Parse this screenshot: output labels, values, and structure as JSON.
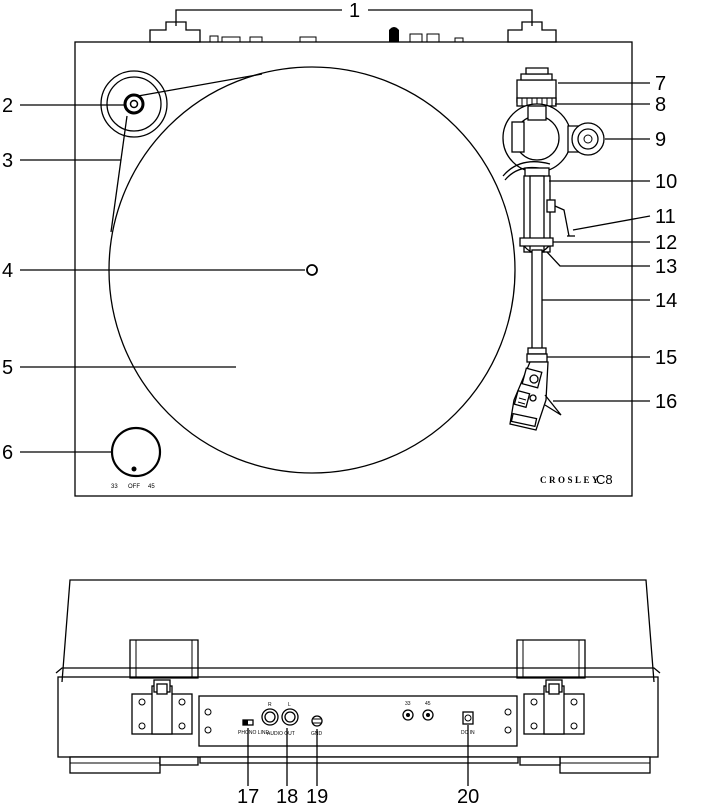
{
  "callouts": [
    {
      "id": "1",
      "label": "1"
    },
    {
      "id": "2",
      "label": "2"
    },
    {
      "id": "3",
      "label": "3"
    },
    {
      "id": "4",
      "label": "4"
    },
    {
      "id": "5",
      "label": "5"
    },
    {
      "id": "6",
      "label": "6"
    },
    {
      "id": "7",
      "label": "7"
    },
    {
      "id": "8",
      "label": "8"
    },
    {
      "id": "9",
      "label": "9"
    },
    {
      "id": "10",
      "label": "10"
    },
    {
      "id": "11",
      "label": "11"
    },
    {
      "id": "12",
      "label": "12"
    },
    {
      "id": "13",
      "label": "13"
    },
    {
      "id": "14",
      "label": "14"
    },
    {
      "id": "15",
      "label": "15"
    },
    {
      "id": "16",
      "label": "16"
    },
    {
      "id": "17",
      "label": "17"
    },
    {
      "id": "18",
      "label": "18"
    },
    {
      "id": "19",
      "label": "19"
    },
    {
      "id": "20",
      "label": "20"
    }
  ],
  "top_view": {
    "brand": "CROSLEY",
    "model": "C8",
    "speed_33": "33",
    "speed_off": "OFF",
    "speed_45": "45"
  },
  "rear_view": {
    "switch_label": "PHONO  LINE",
    "jack_r": "R",
    "jack_l": "L",
    "audio_out": "AUDIO OUT",
    "ground": "GND",
    "knob_33": "33",
    "knob_45": "45",
    "dc_in": "DC IN"
  },
  "colors": {
    "line": "#000000",
    "background": "#ffffff"
  }
}
